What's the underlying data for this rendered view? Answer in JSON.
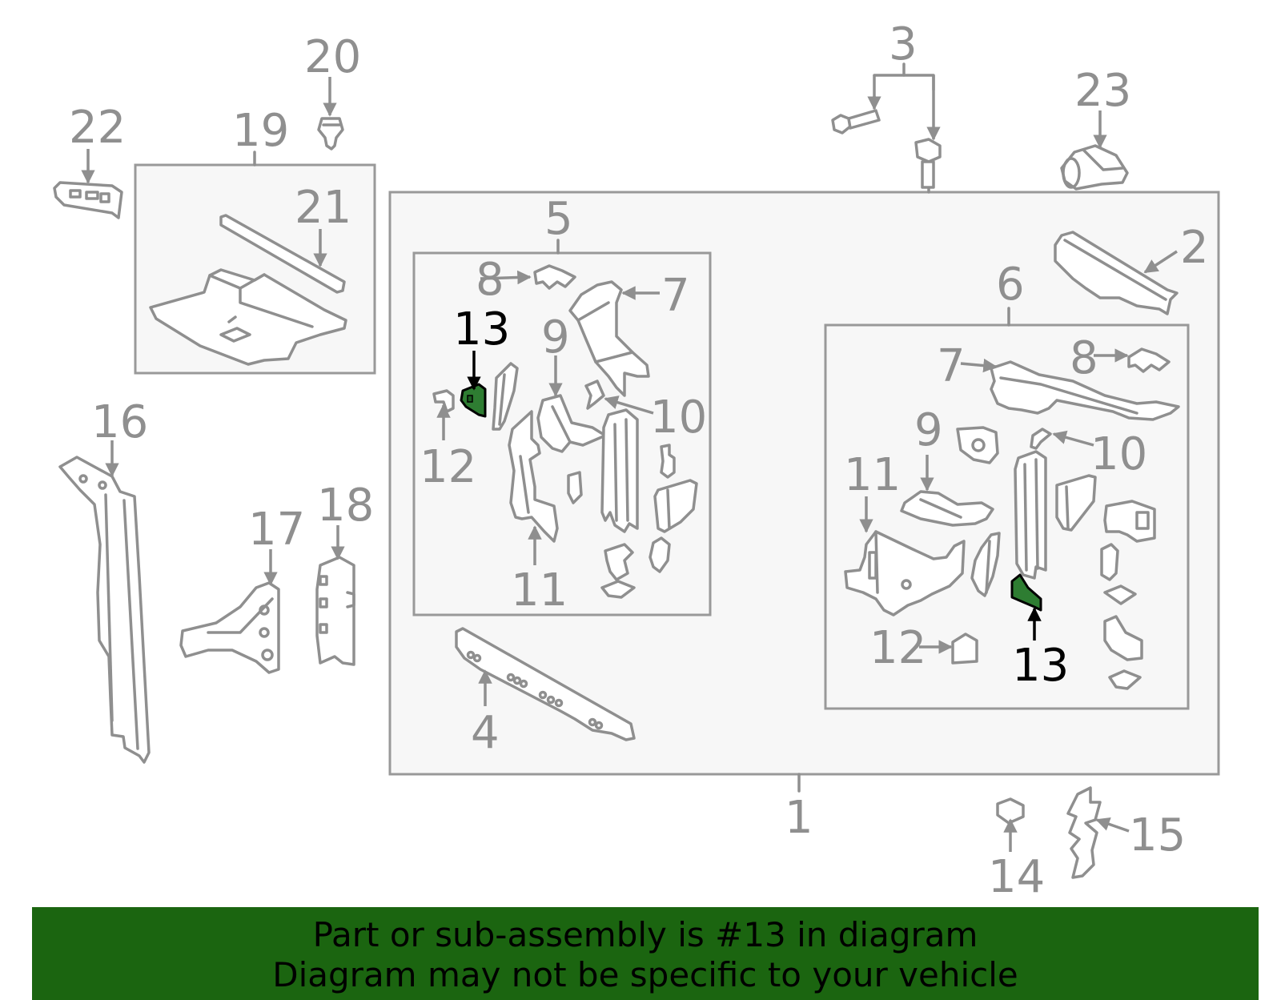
{
  "callouts": {
    "c1": "1",
    "c2": "2",
    "c3": "3",
    "c4": "4",
    "c5": "5",
    "c6": "6",
    "c7a": "7",
    "c7b": "7",
    "c8a": "8",
    "c8b": "8",
    "c9a": "9",
    "c9b": "9",
    "c10a": "10",
    "c10b": "10",
    "c11a": "11",
    "c11b": "11",
    "c12a": "12",
    "c12b": "12",
    "c13a": "13",
    "c13b": "13",
    "c14": "14",
    "c15": "15",
    "c16": "16",
    "c17": "17",
    "c18": "18",
    "c19": "19",
    "c20": "20",
    "c21": "21",
    "c22": "22",
    "c23": "23"
  },
  "banner": {
    "line1": "Part or sub-assembly is #13 in diagram",
    "line2": "Diagram may not be specific to your vehicle"
  },
  "colors": {
    "highlight_part": "#2e7d32",
    "banner_bg": "#1b6510",
    "callout_gray": "#8f8f8f",
    "callout_highlight": "#000000"
  }
}
